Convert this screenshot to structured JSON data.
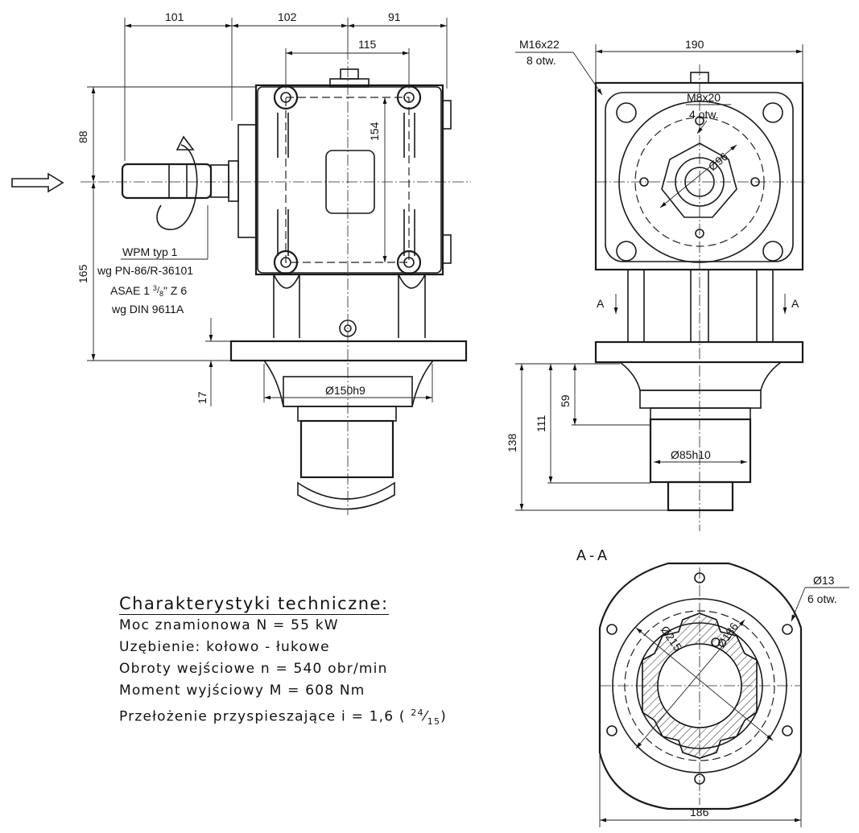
{
  "front_view": {
    "dims": {
      "d101": "101",
      "d102": "102",
      "d91": "91",
      "d115": "115",
      "d154": "154",
      "d88": "88",
      "d165": "165",
      "d17": "17",
      "d150": "Ø150h9"
    },
    "input_note": {
      "line1": "WPM typ 1",
      "line2": "wg PN-86/R-36101",
      "line3": "ASAE 1 ",
      "line3_frac_num": "3",
      "line3_frac_den": "8",
      "line3_tail": "\" Z 6",
      "line4": "wg DIN 9611A"
    }
  },
  "side_view": {
    "dims": {
      "d190": "190",
      "bolt_note": "M16x22",
      "bolt_count": "8 otw.",
      "m8": "M8x20",
      "m8_count": "4 otw.",
      "d96": "Ø96",
      "d138": "138",
      "d111": "111",
      "d59": "59",
      "d85": "Ø85h10",
      "section_label": "A"
    }
  },
  "section_view": {
    "title": "A - A",
    "hole_note": "Ø13",
    "hole_count": "6 otw.",
    "d215": "Ø215",
    "d186c": "Ø186",
    "d186": "186"
  },
  "specs": {
    "title": "Charakterystyki techniczne:",
    "rows": [
      "Moc znamionowa N = 55 kW",
      "Uzębienie: kołowo - łukowe",
      "Obroty wejściowe n = 540 obr/min",
      "Moment wyjściowy M = 608 Nm"
    ],
    "ratio_prefix": "Przełożenie przyspieszające i = 1,6 (",
    "ratio_num": "24",
    "ratio_den": "15",
    "ratio_suffix": ")"
  }
}
